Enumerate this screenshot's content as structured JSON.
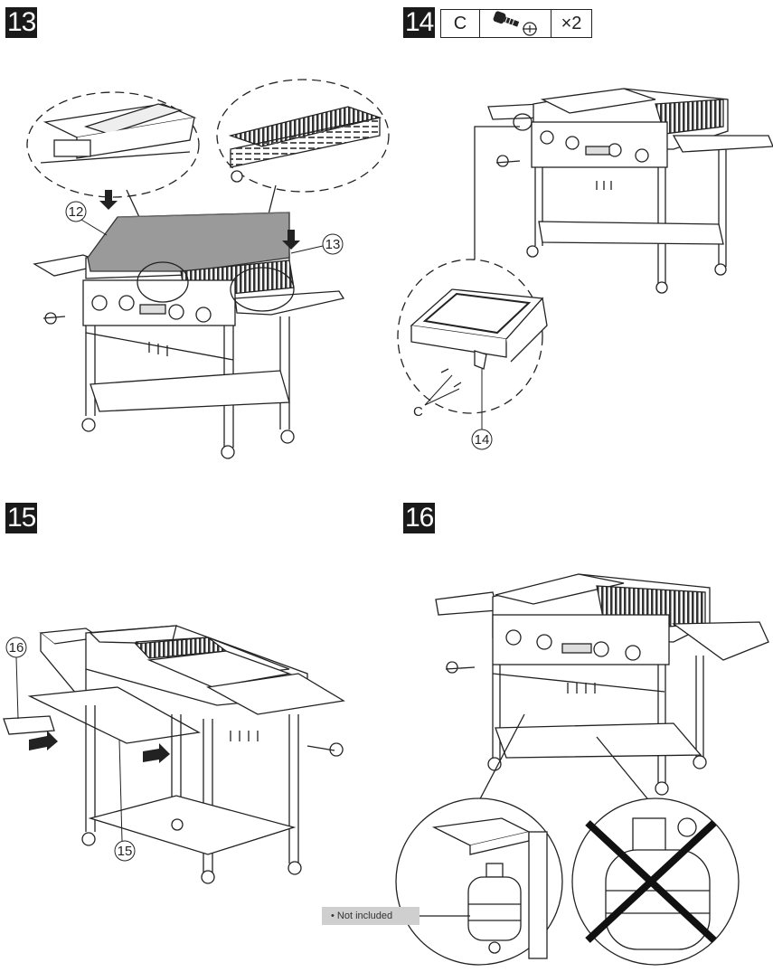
{
  "steps": {
    "s13": "13",
    "s14": "14",
    "s15": "15",
    "s16": "16"
  },
  "parts": {
    "part_letter": "C",
    "quantity": "×2"
  },
  "callouts": {
    "c12": "12",
    "c13": "13",
    "c14": "14",
    "c15": "15",
    "c16": "16",
    "cC": "C"
  },
  "note": "• Not included"
}
